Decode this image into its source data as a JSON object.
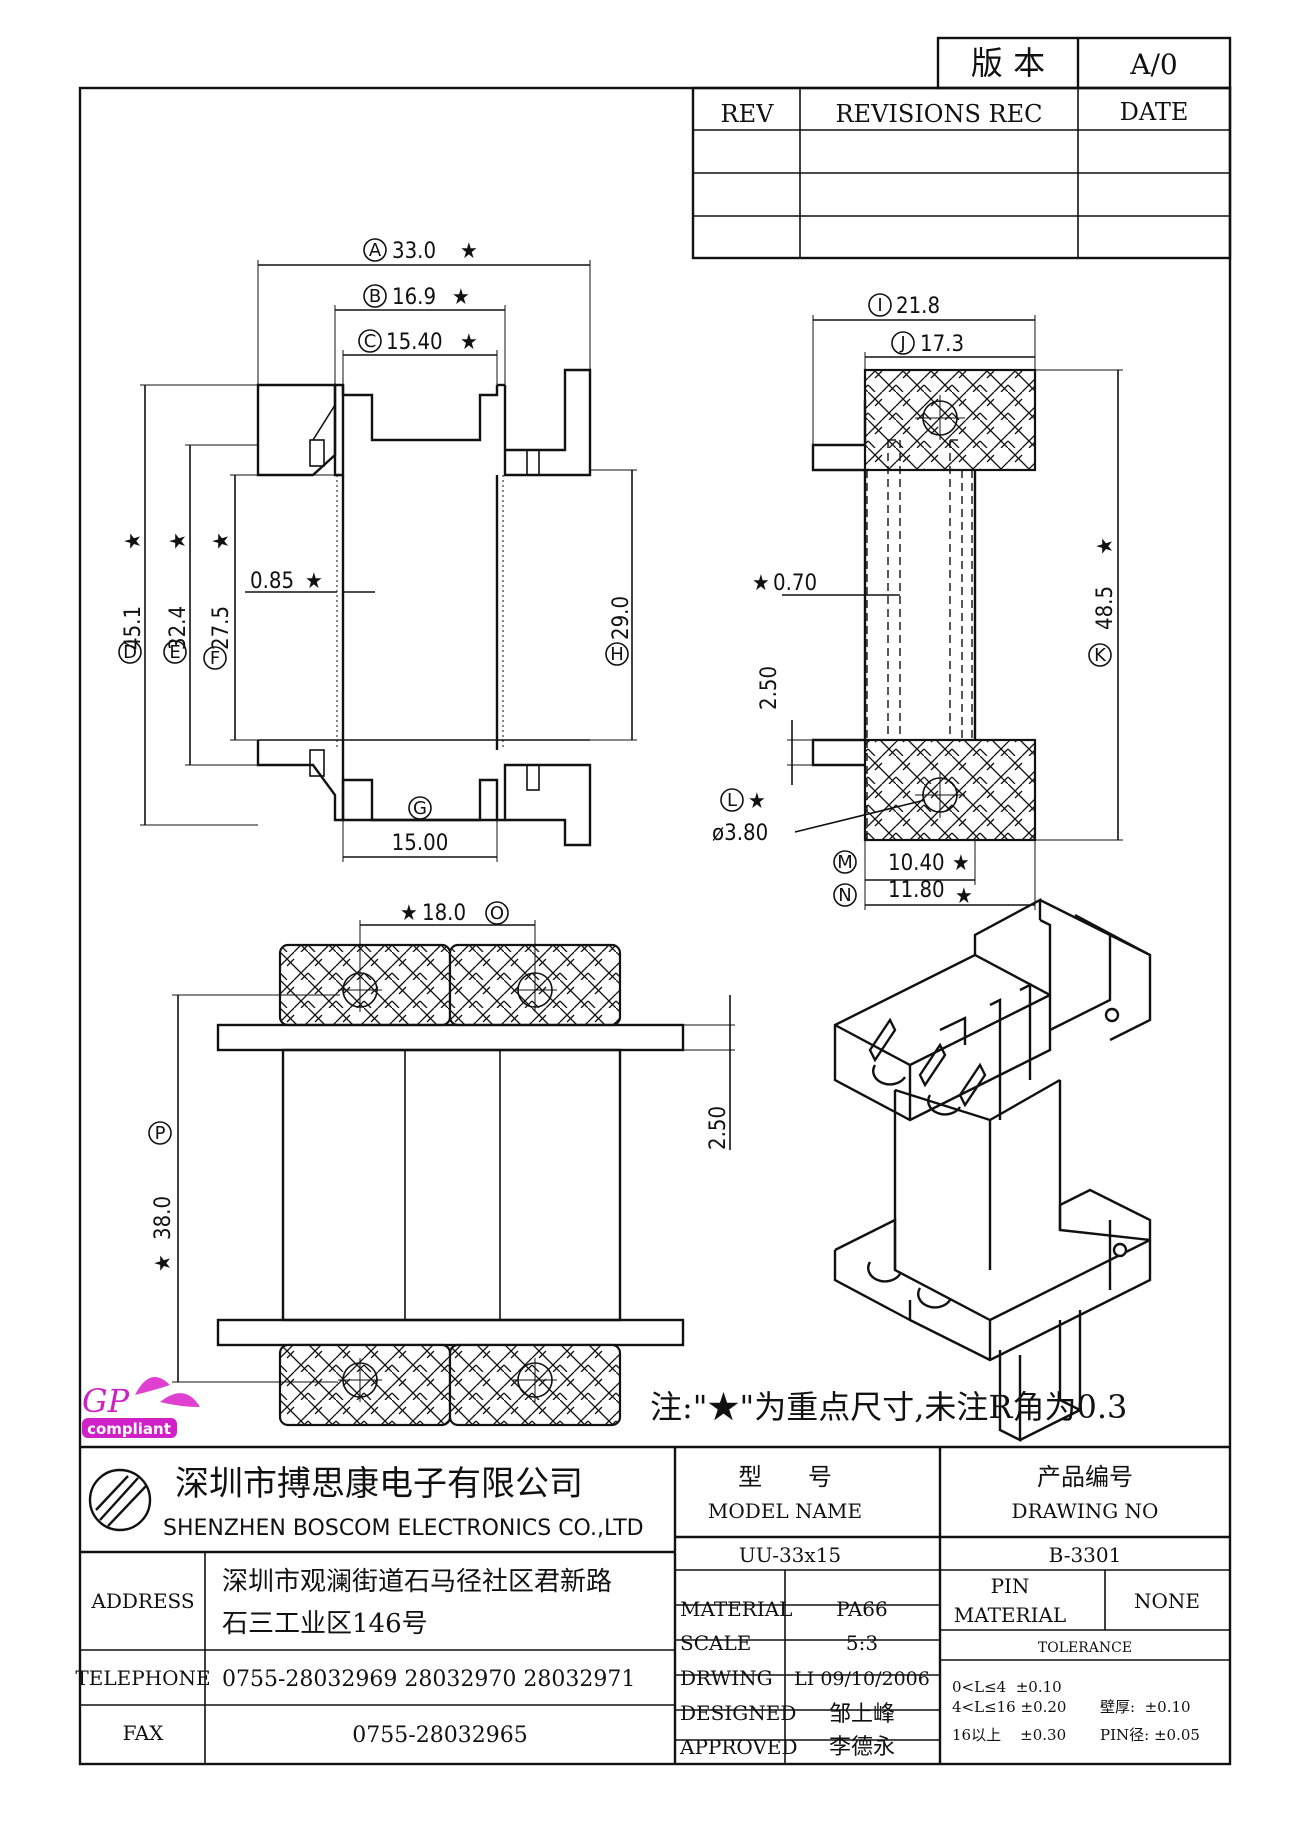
{
  "version": {
    "label": "版 本",
    "value": "A/0"
  },
  "revisions": {
    "rev_header": "REV",
    "rec_header": "REVISIONS REC",
    "date_header": "DATE"
  },
  "dims": {
    "A": "33.0",
    "B": "16.9",
    "C": "15.40",
    "D": "45.1",
    "E": "32.4",
    "F": "27.5",
    "G": "15.00",
    "H": "29.0",
    "I": "21.8",
    "J": "17.3",
    "K": "48.5",
    "L": "ø3.80",
    "M": "10.40",
    "N": "11.80",
    "O": "18.0",
    "P": "38.0",
    "wall1": "0.85",
    "wall2": "0.70",
    "step1": "2.50",
    "step2": "2.50"
  },
  "labels": {
    "A": "A",
    "B": "B",
    "C": "C",
    "D": "D",
    "E": "E",
    "F": "F",
    "G": "G",
    "H": "H",
    "I": "I",
    "J": "J",
    "K": "K",
    "L": "L",
    "M": "M",
    "N": "N",
    "O": "O",
    "P": "P"
  },
  "star": "★",
  "note": "注:\"★\"为重点尺寸,未注R角为0.3",
  "gp": {
    "mark": "GP",
    "text": "compliant"
  },
  "company": {
    "cn": "深圳市搏思康电子有限公司",
    "en": "SHENZHEN BOSCOM ELECTRONICS CO.,LTD"
  },
  "model": {
    "label_cn": "型      号",
    "label_en": "MODEL NAME",
    "value": "UU-33x15"
  },
  "drawing": {
    "label_cn": "产品编号",
    "label_en": "DRAWING NO",
    "value": "B-3301"
  },
  "address": {
    "label": "ADDRESS",
    "line1": "深圳市观澜街道石马径社区君新路",
    "line2": "石三工业区146号"
  },
  "telephone": {
    "label": "TELEPHONE",
    "value": "0755-28032969 28032970 28032971"
  },
  "fax": {
    "label": "FAX",
    "value": "0755-28032965"
  },
  "material": {
    "label": "MATERIAL",
    "value": "PA66"
  },
  "scale": {
    "label": "SCALE",
    "value": "5:3"
  },
  "drwing": {
    "label": "DRWING",
    "value": "LI 09/10/2006"
  },
  "designed": {
    "label": "DESIGNED",
    "value": "邹上峰"
  },
  "approved": {
    "label": "APPROVED",
    "value": "李德永"
  },
  "pin_material": {
    "label1": "PIN",
    "label2": "MATERIAL",
    "value": "NONE"
  },
  "tolerance": {
    "title": "TOLERANCE",
    "row1": "0<L≤4  ±0.10",
    "row2": "4<L≤16 ±0.20",
    "row3": "16以上    ±0.30",
    "wall": "壁厚:  ±0.10",
    "pin": "PIN径: ±0.05"
  }
}
